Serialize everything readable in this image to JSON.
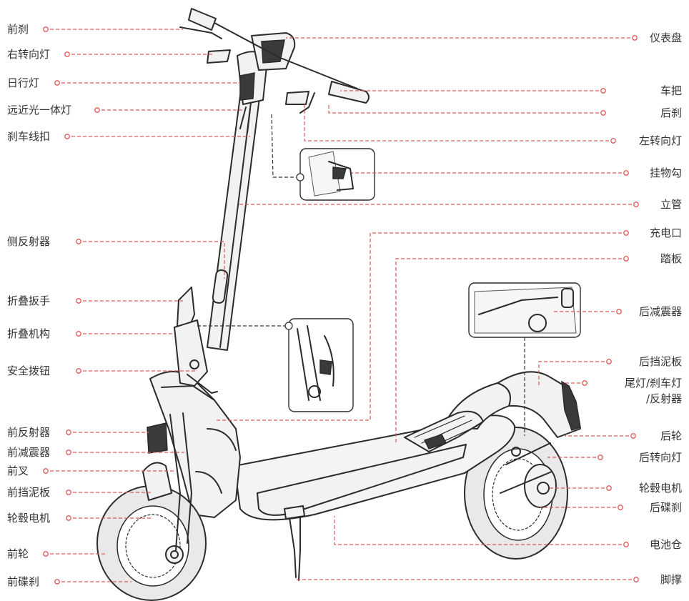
{
  "colors": {
    "leader": "#e05858",
    "inset_link": "#333333",
    "label_text": "#333333",
    "line_art": "#2b2b2b"
  },
  "labels_left": [
    {
      "id": "front-brake",
      "text": "前刹"
    },
    {
      "id": "right-turn-signal",
      "text": "右转向灯"
    },
    {
      "id": "daytime-running-light",
      "text": "日行灯"
    },
    {
      "id": "headlight",
      "text": "远近光一体灯"
    },
    {
      "id": "brake-cable-clip",
      "text": "刹车线扣"
    },
    {
      "id": "side-reflector",
      "text": "侧反射器"
    },
    {
      "id": "folding-wrench",
      "text": "折叠扳手"
    },
    {
      "id": "folding-mechanism",
      "text": "折叠机构"
    },
    {
      "id": "safety-switch",
      "text": "安全拨钮"
    },
    {
      "id": "front-reflector",
      "text": "前反射器"
    },
    {
      "id": "front-shock-absorber",
      "text": "前减震器"
    },
    {
      "id": "front-fork",
      "text": "前叉"
    },
    {
      "id": "front-fender",
      "text": "前挡泥板"
    },
    {
      "id": "front-hub-motor",
      "text": "轮毂电机"
    },
    {
      "id": "front-wheel",
      "text": "前轮"
    },
    {
      "id": "front-disc-brake",
      "text": "前碟刹"
    }
  ],
  "labels_right": [
    {
      "id": "dashboard",
      "text": "仪表盘"
    },
    {
      "id": "handlebar",
      "text": "车把"
    },
    {
      "id": "rear-brake",
      "text": "后刹"
    },
    {
      "id": "left-turn-signal",
      "text": "左转向灯"
    },
    {
      "id": "hook",
      "text": "挂物勾"
    },
    {
      "id": "stem",
      "text": "立管"
    },
    {
      "id": "charging-port",
      "text": "充电口"
    },
    {
      "id": "footboard",
      "text": "踏板"
    },
    {
      "id": "rear-shock-absorber",
      "text": "后减震器"
    },
    {
      "id": "rear-fender",
      "text": "后挡泥板"
    },
    {
      "id": "tail-light",
      "lines": [
        "尾灯/刹车灯",
        "/反射器"
      ]
    },
    {
      "id": "rear-wheel",
      "text": "后轮"
    },
    {
      "id": "rear-turn-signal",
      "text": "后转向灯"
    },
    {
      "id": "rear-hub-motor",
      "text": "轮毂电机"
    },
    {
      "id": "rear-disc-brake",
      "text": "后碟刹"
    },
    {
      "id": "battery-compartment",
      "text": "电池仓"
    },
    {
      "id": "kickstand",
      "text": "脚撑"
    }
  ]
}
